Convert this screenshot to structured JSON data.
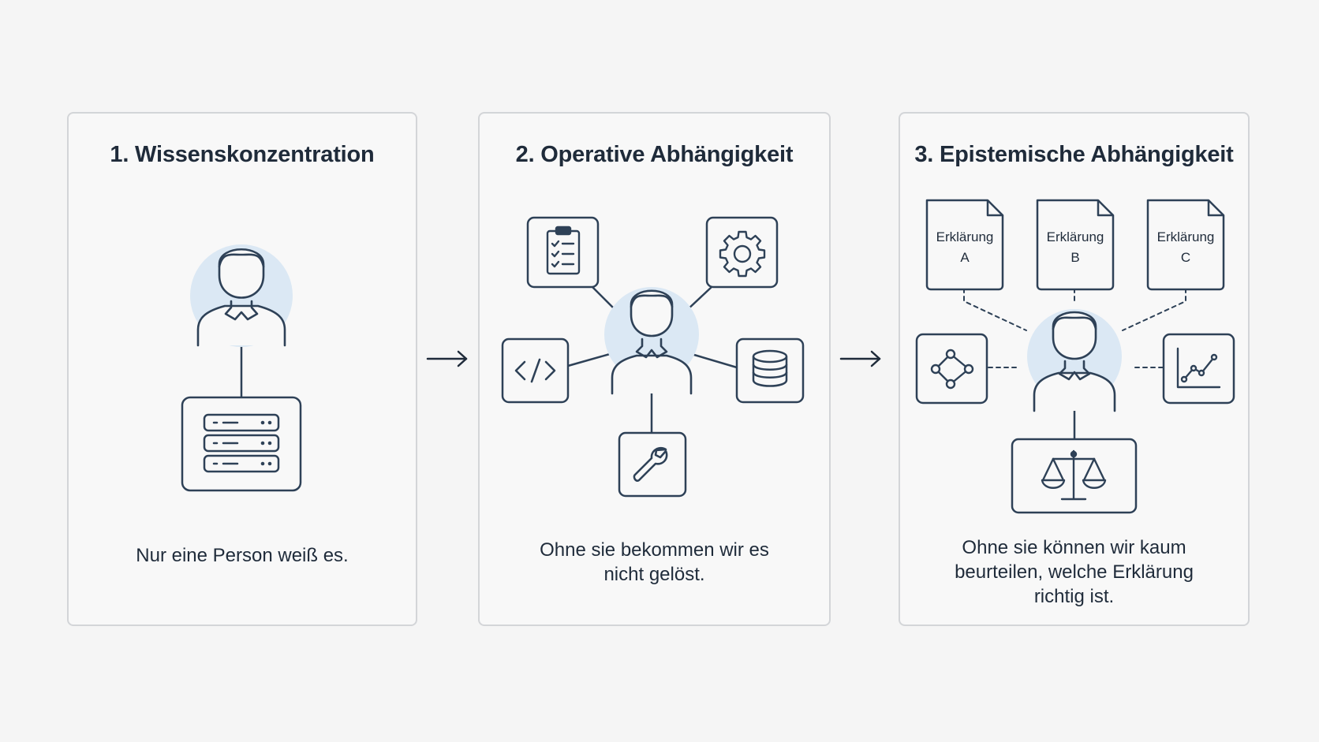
{
  "panels": [
    {
      "title": "1. Wissenskonzentration",
      "caption": [
        "Nur eine Person weiß es."
      ],
      "icons": [
        "person-icon",
        "server-icon"
      ]
    },
    {
      "title": "2. Operative Abhängigkeit",
      "caption": [
        "Ohne sie bekommen wir es",
        "nicht gelöst."
      ],
      "icons": [
        "person-icon",
        "clipboard-checklist-icon",
        "gear-icon",
        "code-icon",
        "database-icon",
        "wrench-icon"
      ]
    },
    {
      "title": "3. Epistemische Abhängigkeit",
      "caption": [
        "Ohne sie können wir kaum",
        "beurteilen, welche Erklärung",
        "richtig ist."
      ],
      "documents": [
        {
          "line1": "Erklärung",
          "line2": "A"
        },
        {
          "line1": "Erklärung",
          "line2": "B"
        },
        {
          "line1": "Erklärung",
          "line2": "C"
        }
      ],
      "icons": [
        "person-icon",
        "document-icon",
        "network-graph-icon",
        "line-chart-icon",
        "scales-icon"
      ]
    }
  ],
  "colors": {
    "stroke": "#2e4157",
    "halo": "#dbe8f4",
    "panel_border": "#d3d5d8",
    "background": "#f5f5f5"
  }
}
